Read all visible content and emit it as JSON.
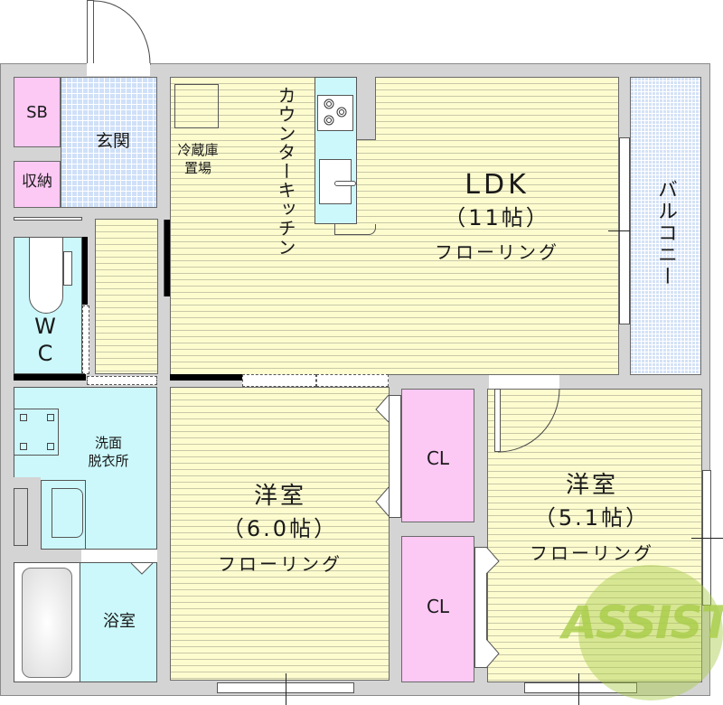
{
  "floorplan": {
    "entrance": {
      "label": "玄関"
    },
    "shoe_box": {
      "label": "SB"
    },
    "storage": {
      "label": "収納"
    },
    "fridge_space": {
      "line1": "冷蔵庫",
      "line2": "置場"
    },
    "kitchen": {
      "label": "カウンターキッチン"
    },
    "ldk": {
      "name": "LDK",
      "size": "（11帖）",
      "floor": "フローリング"
    },
    "balcony": {
      "label": "バルコニー"
    },
    "wc": {
      "line1": "W",
      "line2": "C"
    },
    "washroom": {
      "line1": "洗面",
      "line2": "脱衣所"
    },
    "bathroom": {
      "label": "浴室"
    },
    "bedroom1": {
      "name": "洋室",
      "size": "（6.0帖）",
      "floor": "フローリング"
    },
    "bedroom2": {
      "name": "洋室",
      "size": "（5.1帖）",
      "floor": "フローリング"
    },
    "closet1": {
      "label": "CL"
    },
    "closet2": {
      "label": "CL"
    },
    "watermark": {
      "text": "ASSIST",
      "color": "#a8cc48",
      "accent": "#e07a6a"
    }
  },
  "colors": {
    "wall": "#d4d4d4",
    "flooring": "#fdfccf",
    "tile": "#cfe0f8",
    "wet_area": "#ccf8fb",
    "storage": "#fcc8f4"
  }
}
